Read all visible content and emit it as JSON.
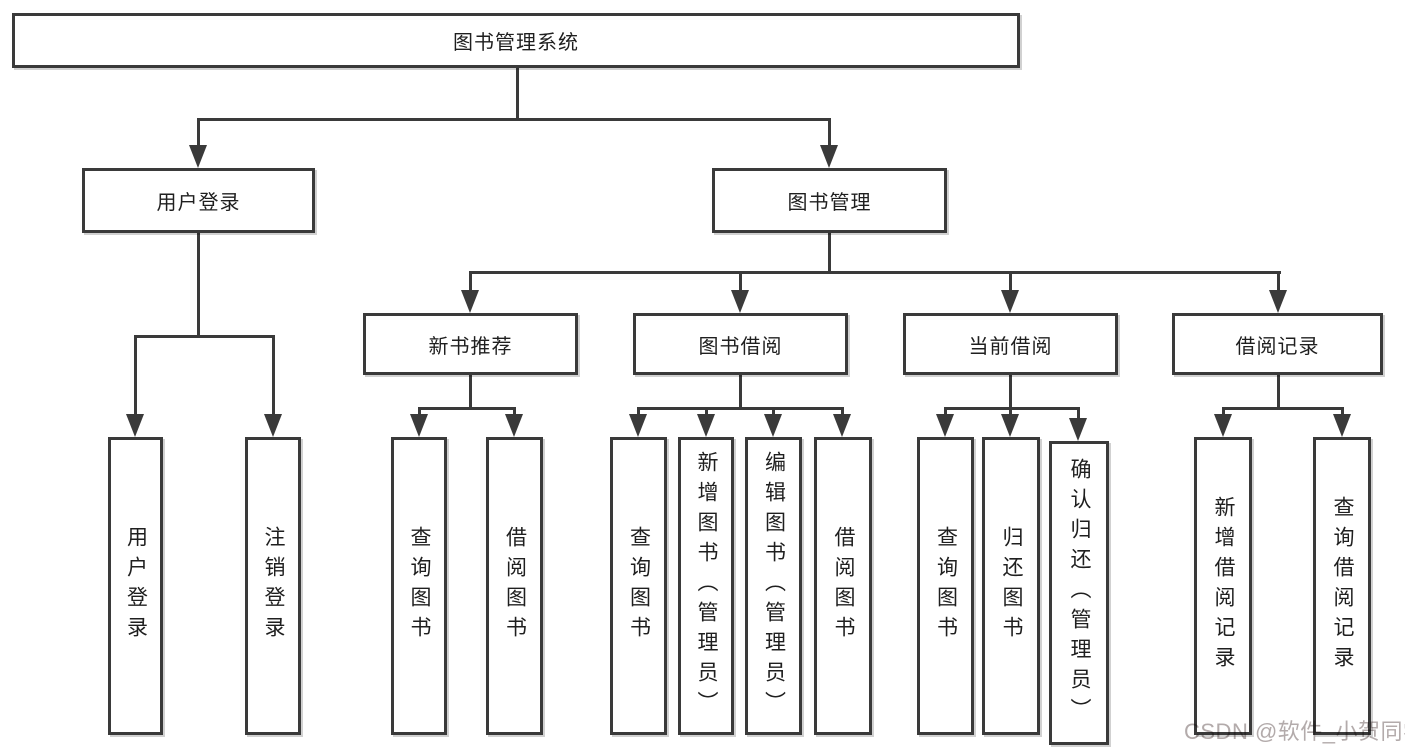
{
  "diagram_title": "图书管理系统",
  "tree": {
    "root": {
      "label": "图书管理系统"
    },
    "branches": [
      {
        "label": "用户登录",
        "children": [
          {
            "label": "用户登录"
          },
          {
            "label": "注销登录"
          }
        ]
      },
      {
        "label": "图书管理",
        "children": [
          {
            "label": "新书推荐",
            "children": [
              {
                "label": "查询图书"
              },
              {
                "label": "借阅图书"
              }
            ]
          },
          {
            "label": "图书借阅",
            "children": [
              {
                "label": "查询图书"
              },
              {
                "label": "新增图书（管理员）"
              },
              {
                "label": "编辑图书（管理员）"
              },
              {
                "label": "借阅图书"
              }
            ]
          },
          {
            "label": "当前借阅",
            "children": [
              {
                "label": "查询图书"
              },
              {
                "label": "归还图书"
              },
              {
                "label": "确认归还（管理员）"
              }
            ]
          },
          {
            "label": "借阅记录",
            "children": [
              {
                "label": "新增借阅记录"
              },
              {
                "label": "查询借阅记录"
              }
            ]
          }
        ]
      }
    ]
  },
  "watermark": {
    "text": "CSDN @软件_小贺同学",
    "color": "#b3abab"
  },
  "colors": {
    "line": "#3a3a3a",
    "box_border": "#3a3a3a",
    "text": "#1f1f1f",
    "background": "#ffffff"
  }
}
